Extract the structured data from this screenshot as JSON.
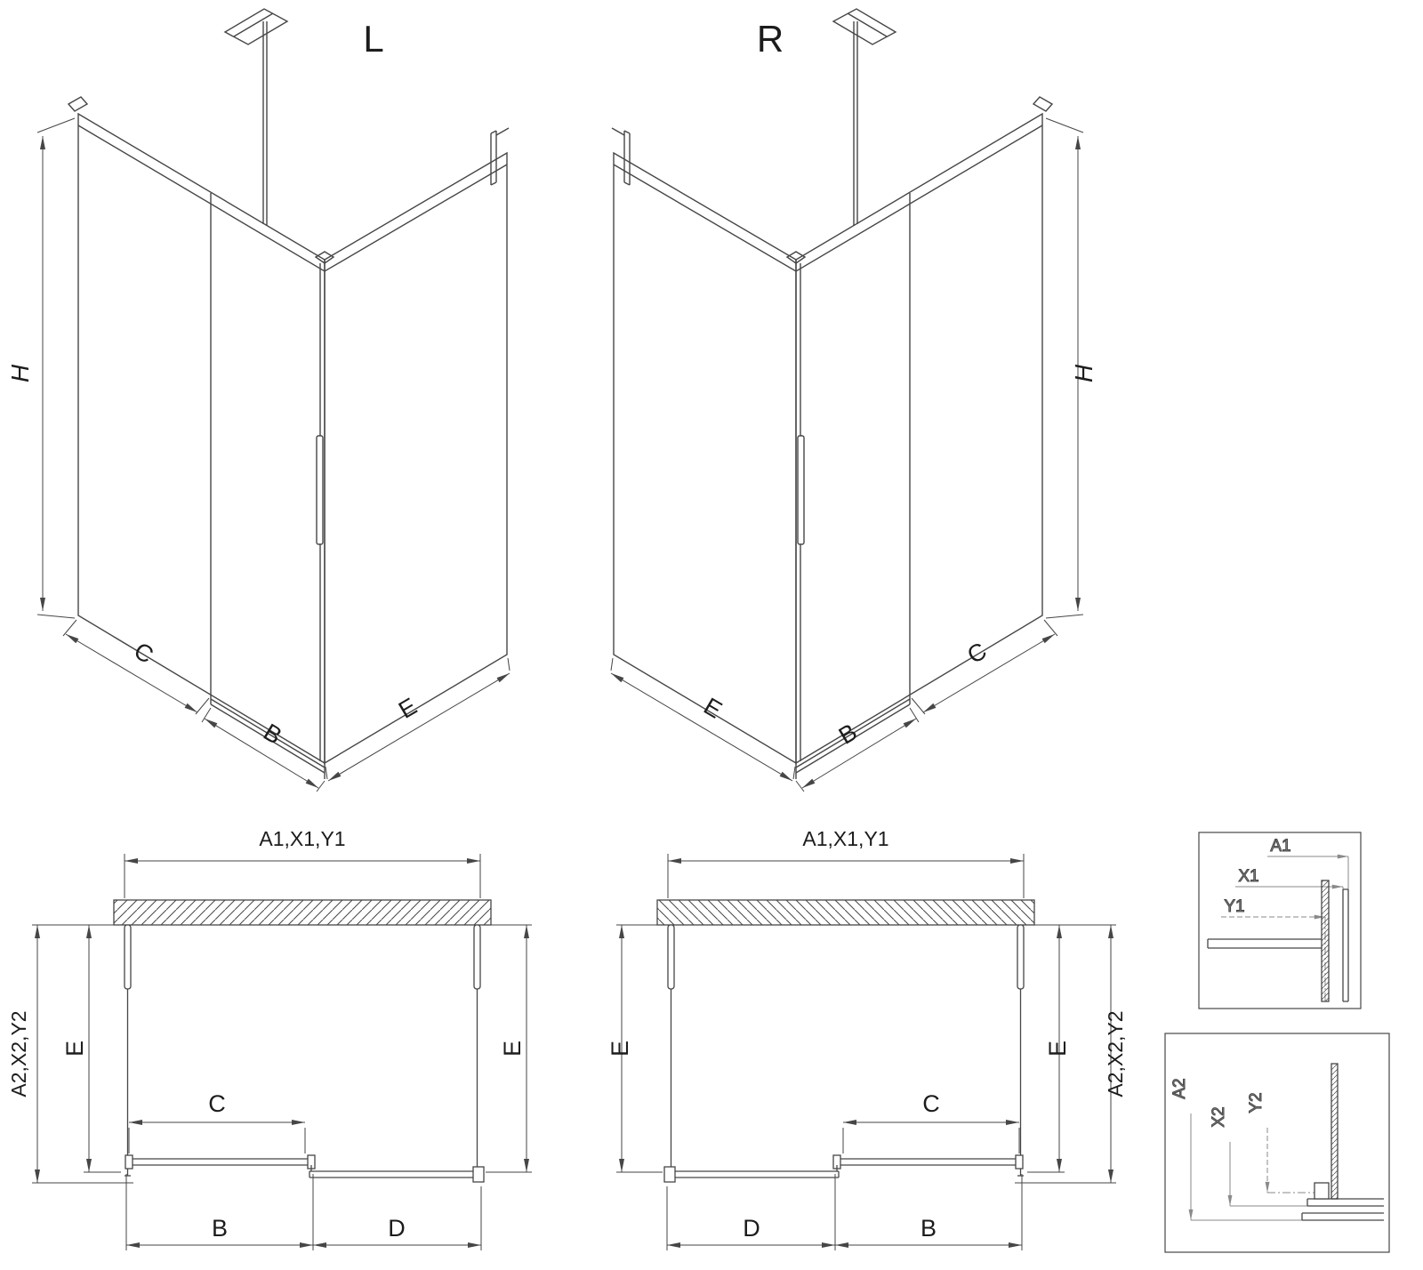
{
  "drawing": {
    "views": {
      "iso_left": {
        "title": "L",
        "dims": {
          "height": "H",
          "side": "C",
          "door": "B",
          "return": "E"
        }
      },
      "iso_right": {
        "title": "R",
        "dims": {
          "height": "H",
          "side": "C",
          "door": "B",
          "return": "E"
        }
      },
      "plan_left": {
        "dims": {
          "width_top": "A1,X1,Y1",
          "depth_outer": "A2,X2,Y2",
          "depth_left": "E",
          "depth_right": "E",
          "opening": "C",
          "door": "B",
          "fixed": "D"
        }
      },
      "plan_right": {
        "dims": {
          "width_top": "A1,X1,Y1",
          "depth_outer": "A2,X2,Y2",
          "depth_left": "E",
          "depth_right": "E",
          "opening": "C",
          "door": "B",
          "fixed": "D"
        }
      },
      "detail_width": {
        "labels": [
          "A1",
          "X1",
          "Y1"
        ]
      },
      "detail_depth": {
        "labels": [
          "A2",
          "X2",
          "Y2"
        ]
      }
    },
    "colors": {
      "line": "#464646",
      "detail": "#8a8a8a"
    }
  }
}
